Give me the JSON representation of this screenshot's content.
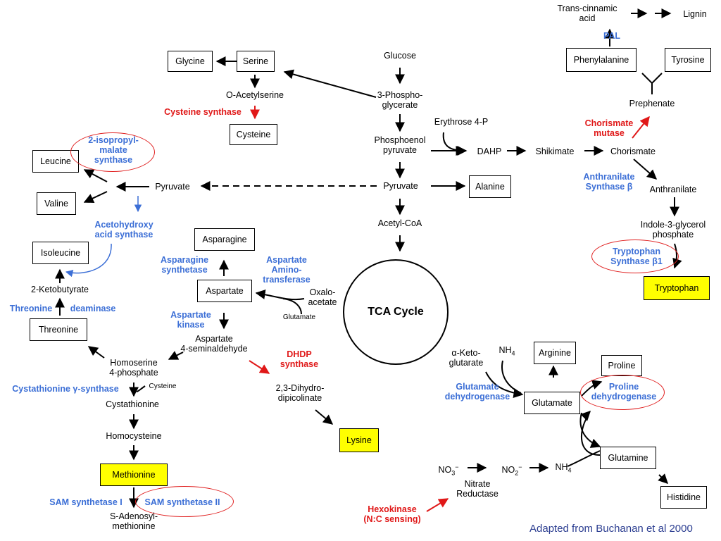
{
  "compounds": {
    "glucose": "Glucose",
    "phosphoglycerate_1": "3-Phospho-",
    "phosphoglycerate_2": "glycerate",
    "pep_1": "Phosphoenol",
    "pep_2": "pyruvate",
    "pyruvate_center": "Pyruvate",
    "acetyl_coa": "Acetyl-CoA",
    "erythrose": "Erythrose 4-P",
    "dahp": "DAHP",
    "shikimate": "Shikimate",
    "chorismate": "Chorismate",
    "prephenate": "Prephenate",
    "trans_cinnamic_1": "Trans-cinnamic",
    "trans_cinnamic_2": "acid",
    "lignin": "Lignin",
    "anthranilate": "Anthranilate",
    "indole_1": "Indole-3-glycerol",
    "indole_2": "phosphate",
    "o_acetylserine": "O-Acetylserine",
    "pyruvate_left": "Pyruvate",
    "ketobutyrate": "2-Ketobutyrate",
    "oxaloacetate_1": "Oxalo-",
    "oxaloacetate_2": "acetate",
    "glutamate_small": "Glutamate",
    "aspartate_sa_1": "Aspartate",
    "aspartate_sa_2": "4-seminaldehyde",
    "homoserine_1": "Homoserine",
    "homoserine_2": "4-phosphate",
    "cysteine_small": "Cysteine",
    "cystathionine": "Cystathionine",
    "homocysteine": "Homocysteine",
    "sam_1": "S-Adenosyl-",
    "sam_2": "methionine",
    "dihydrodipicolinate_1": "2,3-Dihydro-",
    "dihydrodipicolinate_2": "dipicolinate",
    "ketoglutarate_1": "α-Keto-",
    "ketoglutarate_2": "glutarate",
    "nh4_top": "NH",
    "nh4_top_sub": "4",
    "no3": "NO",
    "no3_sub": "3",
    "no3_sup": "−",
    "no2": "NO",
    "no2_sub": "2",
    "no2_sup": "−",
    "nh4_bottom": "NH",
    "nh4_bottom_sub": "4",
    "nitrate_reductase_1": "Nitrate",
    "nitrate_reductase_2": "Reductase"
  },
  "boxes": {
    "glycine": "Glycine",
    "serine": "Serine",
    "cysteine": "Cysteine",
    "leucine": "Leucine",
    "valine": "Valine",
    "isoleucine": "Isoleucine",
    "threonine": "Threonine",
    "methionine": "Methionine",
    "asparagine": "Asparagine",
    "aspartate": "Aspartate",
    "lysine": "Lysine",
    "alanine": "Alanine",
    "phenylalanine": "Phenylalanine",
    "tyrosine": "Tyrosine",
    "tryptophan": "Tryptophan",
    "arginine": "Arginine",
    "proline": "Proline",
    "glutamate": "Glutamate",
    "glutamine": "Glutamine",
    "histidine": "Histidine"
  },
  "tca_label": "TCA Cycle",
  "enzymes_blue": {
    "isopropylmalate_1": "2-isopropyl-",
    "isopropylmalate_2": "malate",
    "isopropylmalate_3": "synthase",
    "acetohydroxy_1": "Acetohydroxy",
    "acetohydroxy_2": "acid synthase",
    "threonine_label": "Threonine",
    "deaminase_label": "deaminase",
    "cystathionine_synthase": "Cystathionine γ-synthase",
    "sam_synthetase_1": "SAM synthetase I",
    "sam_synthetase_2": "SAM synthetase II",
    "asparagine_synthetase_1": "Asparagine",
    "asparagine_synthetase_2": "synthetase",
    "aspartate_amino_1": "Aspartate",
    "aspartate_amino_2": "Amino-",
    "aspartate_amino_3": "transferase",
    "aspartate_kinase_1": "Aspartate",
    "aspartate_kinase_2": "kinase",
    "pal": "PAL",
    "anthranilate_synthase_1": "Anthranilate",
    "anthranilate_synthase_2": "Synthase β",
    "tryptophan_synthase_1": "Tryptophan",
    "tryptophan_synthase_2": "Synthase β1",
    "glutamate_dh_1": "Glutamate",
    "glutamate_dh_2": "dehydrogenase",
    "proline_dh_1": "Proline",
    "proline_dh_2": "dehydrogenase"
  },
  "enzymes_red": {
    "cysteine_synthase": "Cysteine synthase",
    "dhdp_1": "DHDP",
    "dhdp_2": "synthase",
    "chorismate_mutase_1": "Chorismate",
    "chorismate_mutase_2": "mutase",
    "hexokinase_1": "Hexokinase",
    "hexokinase_2": "(N:C sensing)"
  },
  "credit": "Adapted from Buchanan et al 2000",
  "colors": {
    "enzyme_blue": "#3c6fd6",
    "enzyme_red": "#e01818",
    "highlight": "#ffff00",
    "credit": "#2c3e91"
  }
}
